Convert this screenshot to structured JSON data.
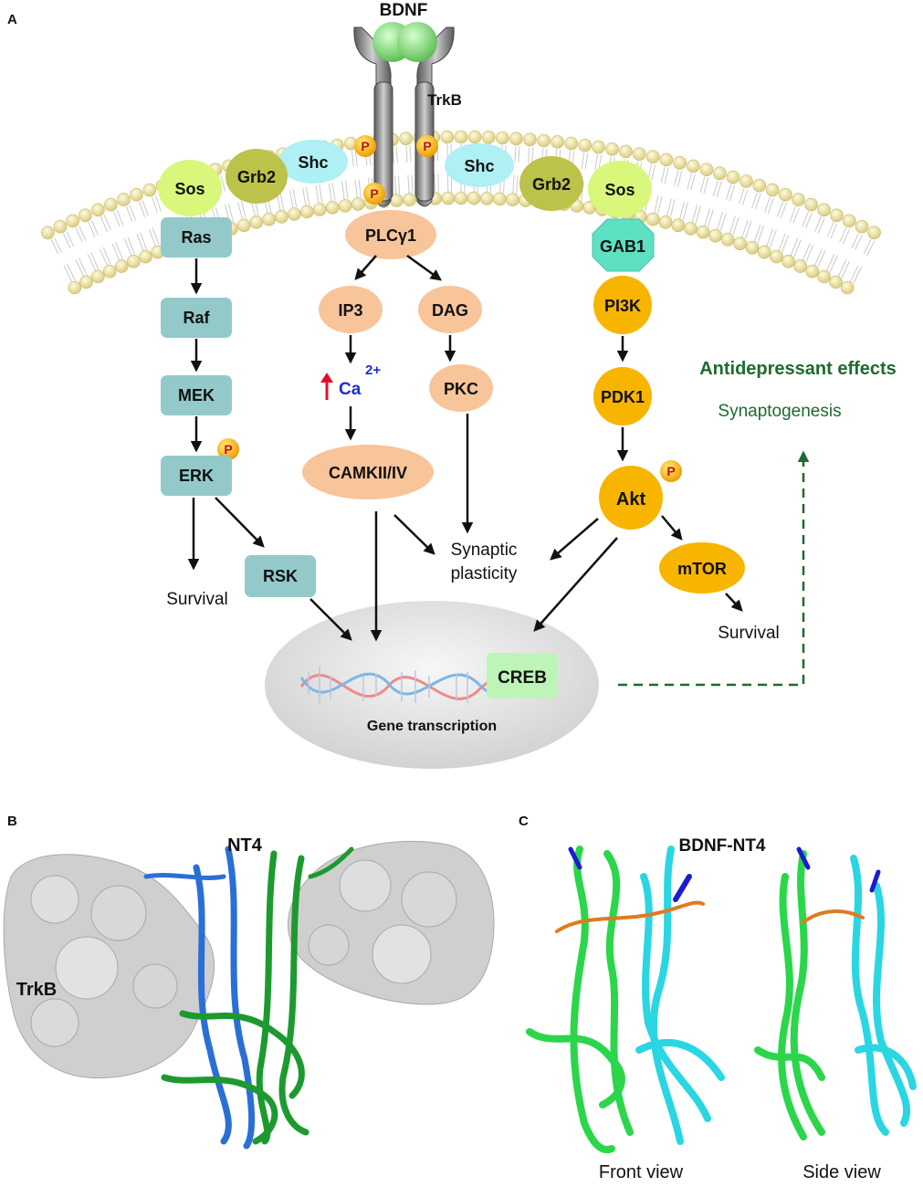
{
  "panels": {
    "a": "A",
    "b": "B",
    "c": "C"
  },
  "ligand": "BDNF",
  "receptor": "TrkB",
  "phospho": "P",
  "left_pathway": {
    "sos": "Sos",
    "grb2": "Grb2",
    "shc": "Shc",
    "ras": "Ras",
    "raf": "Raf",
    "mek": "MEK",
    "erk": "ERK",
    "rsk": "RSK",
    "survival": "Survival"
  },
  "middle_pathway": {
    "plcg1": "PLCγ1",
    "ip3": "IP3",
    "dag": "DAG",
    "ca": "Ca",
    "ca_charge": "2+",
    "pkc": "PKC",
    "camk": "CAMKII/IV",
    "synaptic_1": "Synaptic",
    "synaptic_2": "plasticity"
  },
  "right_pathway": {
    "shc": "Shc",
    "grb2": "Grb2",
    "sos": "Sos",
    "gab1": "GAB1",
    "pi3k": "PI3K",
    "pdk1": "PDK1",
    "akt": "Akt",
    "mtor": "mTOR",
    "survival": "Survival"
  },
  "nucleus": {
    "creb": "CREB",
    "gene_transcription": "Gene transcription"
  },
  "effects": {
    "antidepressant": "Antidepressant effects",
    "synaptogenesis": "Synaptogenesis"
  },
  "panel_b": {
    "nt4": "NT4",
    "trkb": "TrkB"
  },
  "panel_c": {
    "title": "BDNF-NT4",
    "front": "Front view",
    "side": "Side view"
  },
  "colors": {
    "teal_box": "#93c9c9",
    "peach": "#f8c49a",
    "gold": "#f7b500",
    "lime": "#d9f77a",
    "olive": "#bcc24a",
    "cyan": "#aef0f4",
    "green_text": "#1e6a2f",
    "dna_red": "#f08a8a",
    "dna_blue": "#7cb6e6"
  }
}
